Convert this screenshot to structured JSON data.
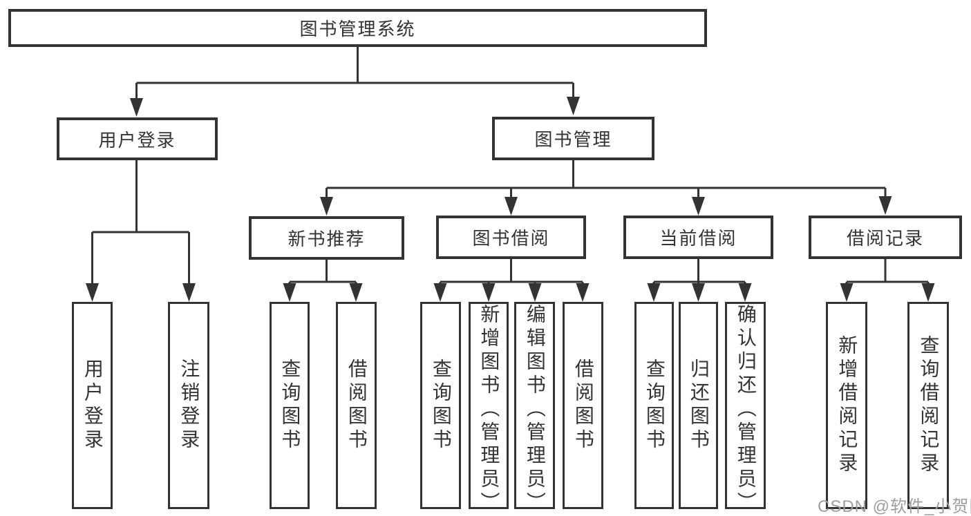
{
  "diagram": {
    "root": {
      "label": "图书管理系统"
    },
    "level2": [
      {
        "label": "用户登录"
      },
      {
        "label": "图书管理"
      }
    ],
    "level3": [
      {
        "label": "新书推荐"
      },
      {
        "label": "图书借阅"
      },
      {
        "label": "当前借阅"
      },
      {
        "label": "借阅记录"
      }
    ],
    "leaves": {
      "user_login": [
        {
          "label": "用户登录"
        },
        {
          "label": "注销登录"
        }
      ],
      "new_book_recommendation": [
        {
          "label": "查询图书"
        },
        {
          "label": "借阅图书"
        }
      ],
      "book_borrowing": [
        {
          "label": "查询图书"
        },
        {
          "label": "新增图书（管理员）"
        },
        {
          "label": "编辑图书（管理员）"
        },
        {
          "label": "借阅图书"
        }
      ],
      "current_borrowing": [
        {
          "label": "查询图书"
        },
        {
          "label": "归还图书"
        },
        {
          "label": "确认归还（管理员）"
        }
      ],
      "borrowing_records": [
        {
          "label": "新增借阅记录"
        },
        {
          "label": "查询借阅记录"
        }
      ]
    },
    "watermark": "CSDN @软件_小贺同学",
    "colors": {
      "line": "#333333",
      "text": "#333333",
      "background": "#ffffff",
      "watermark": "#9e9e9e"
    }
  }
}
